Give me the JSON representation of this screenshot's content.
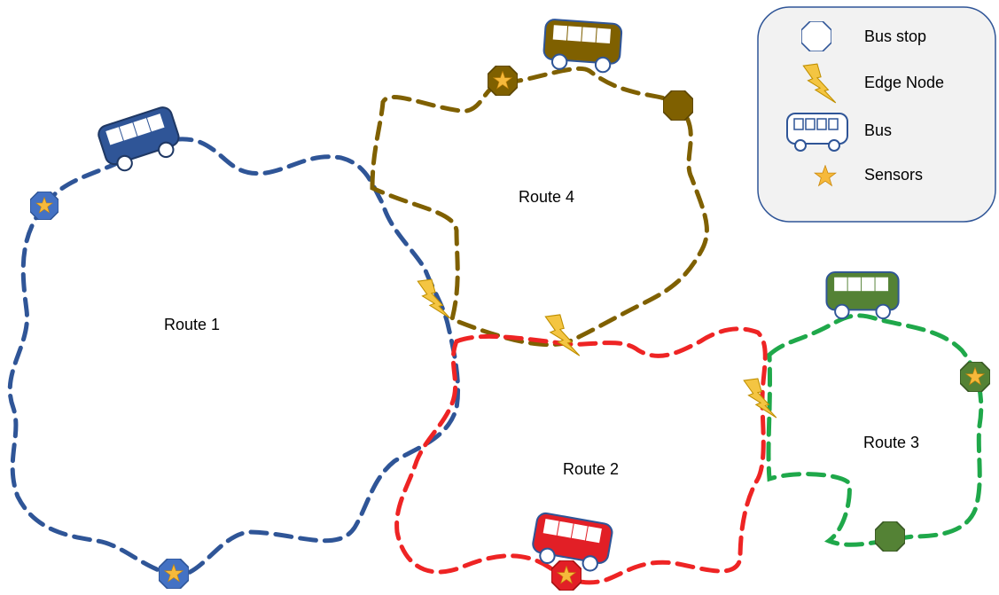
{
  "routes": [
    {
      "id": "route1",
      "label": "Route 1",
      "color": "#2f5597"
    },
    {
      "id": "route2",
      "label": "Route 2",
      "color": "#ee2424"
    },
    {
      "id": "route3",
      "label": "Route 3",
      "color": "#1fa84a"
    },
    {
      "id": "route4",
      "label": "Route 4",
      "color": "#7f6000"
    }
  ],
  "legend": {
    "items": [
      {
        "icon": "bus-stop-icon",
        "label": "Bus stop"
      },
      {
        "icon": "edge-node-icon",
        "label": "Edge Node"
      },
      {
        "icon": "bus-icon",
        "label": "Bus"
      },
      {
        "icon": "sensor-icon",
        "label": "Sensors"
      }
    ]
  },
  "colors": {
    "route1_fill": "#4472c4",
    "route2_fill": "#e21f26",
    "route3_fill": "#548235",
    "route4_fill": "#7f6000",
    "lightning": "#f4c542",
    "star": "#f6b93b",
    "legend_bg": "#f2f2f2"
  }
}
